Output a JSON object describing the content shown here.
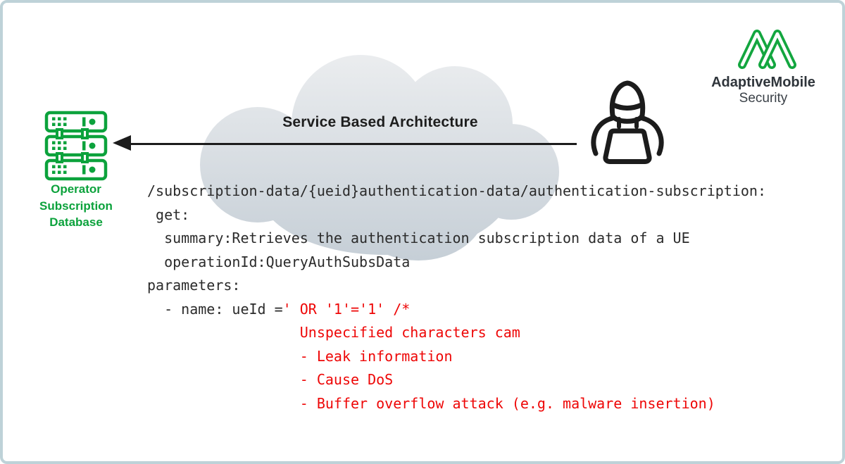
{
  "brand": {
    "name": "AdaptiveMobile",
    "subname": "Security",
    "logo_icon": "adaptivemobile-m-logo"
  },
  "cloud": {
    "title": "Service Based Architecture"
  },
  "database": {
    "icon": "server-stack-icon",
    "label_lines": [
      "Operator",
      "Subscription",
      "Database"
    ]
  },
  "attacker": {
    "icon": "hacker-laptop-icon"
  },
  "code": {
    "lines": [
      {
        "text": "/subscription-data/{ueid}authentication-data/authentication-subscription:"
      },
      {
        "text": " get:"
      },
      {
        "text": "  summary:Retrieves the authentication subscription data of a UE"
      },
      {
        "text": "  operationId:QueryAuthSubsData"
      },
      {
        "text": "parameters:"
      },
      {
        "text": "  - name: ueId =",
        "red": "' OR '1'='1' /*"
      },
      {
        "text": "                  ",
        "red": "Unspecified characters cam"
      },
      {
        "text": "                  ",
        "red": "- Leak information"
      },
      {
        "text": "                  ",
        "red": "- Cause DoS"
      },
      {
        "text": "                  ",
        "red": "- Buffer overflow attack (e.g. malware insertion)"
      }
    ]
  },
  "colors": {
    "green": "#0CA23C",
    "red": "#EE0606",
    "ink": "#1C1C1C",
    "border": "#BED2D8",
    "cloud_top": "#EBEDEF",
    "cloud_bottom": "#C5CED6"
  }
}
